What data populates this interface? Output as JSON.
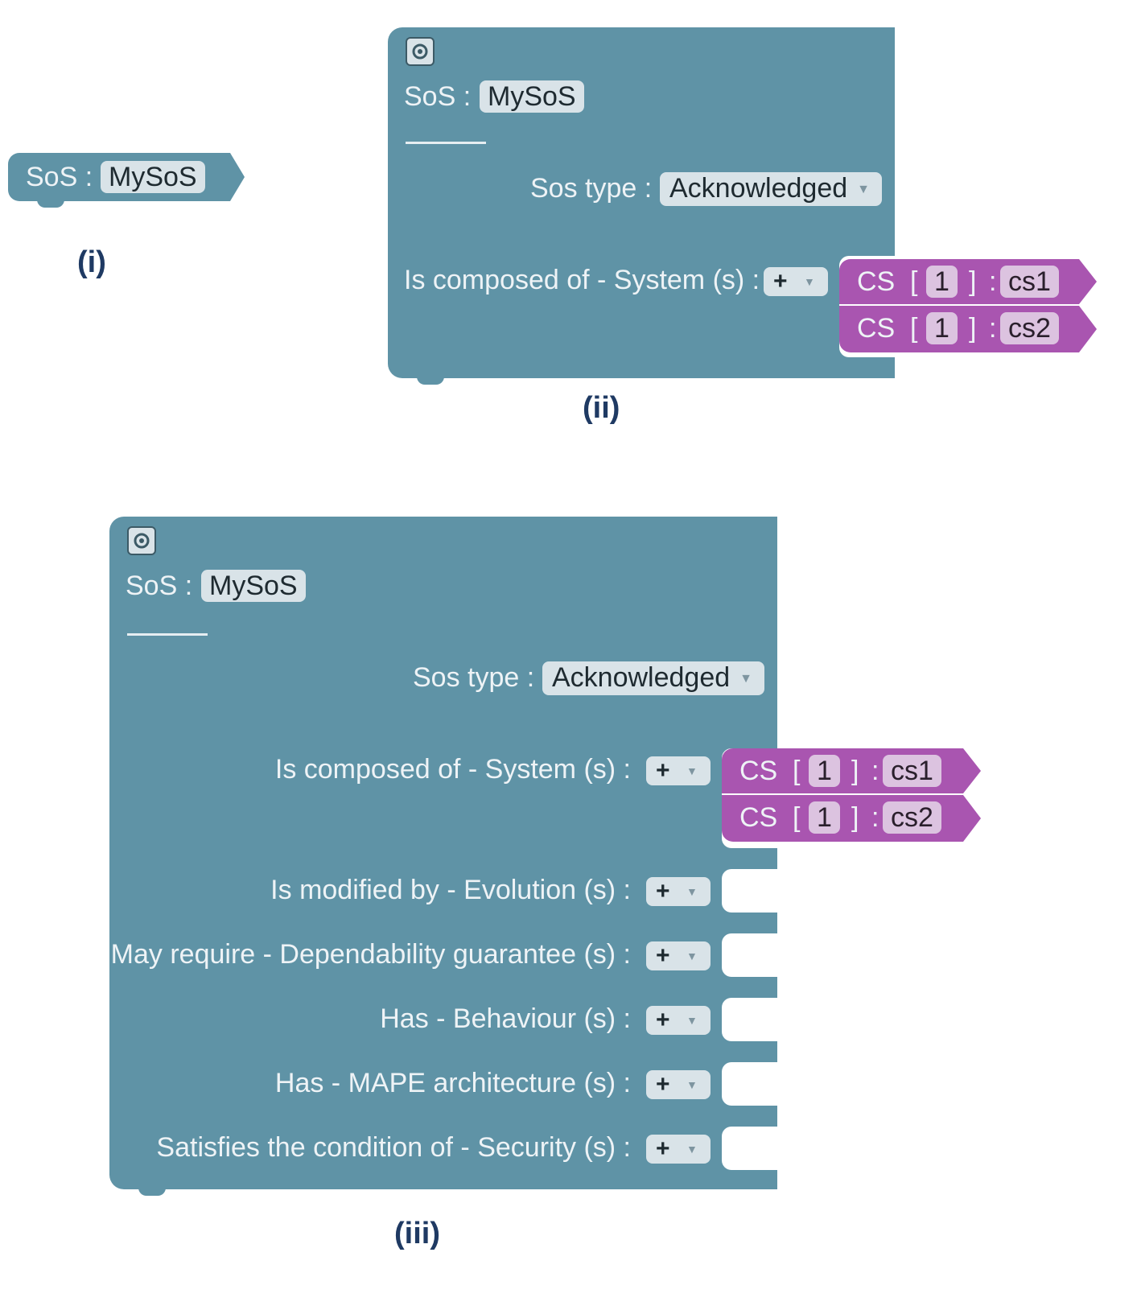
{
  "diagram": {
    "captions": [
      "(i)",
      "(ii)",
      "(iii)"
    ],
    "block_i": {
      "sos_label": "SoS :",
      "sos_name": "MySoS"
    },
    "block_ii": {
      "sos_label": "SoS :",
      "sos_name": "MySoS",
      "type_label": "Sos type :",
      "type_value": "Acknowledged",
      "composed_label": "Is composed of - System (s) :",
      "plus": "+",
      "cs": [
        {
          "prefix": "CS",
          "lb": "[",
          "mult": "1",
          "rb": "]",
          "colon": ":",
          "name": "cs1"
        },
        {
          "prefix": "CS",
          "lb": "[",
          "mult": "1",
          "rb": "]",
          "colon": ":",
          "name": "cs2"
        }
      ]
    },
    "block_iii": {
      "sos_label": "SoS :",
      "sos_name": "MySoS",
      "type_label": "Sos type :",
      "type_value": "Acknowledged",
      "rows": [
        "Is composed of - System (s) :",
        "Is modified by - Evolution (s) :",
        "May require - Dependability guarantee (s) :",
        "Has - Behaviour (s) :",
        "Has - MAPE architecture (s) :",
        "Satisfies the condition of - Security (s) :"
      ],
      "plus": "+",
      "cs": [
        {
          "prefix": "CS",
          "lb": "[",
          "mult": "1",
          "rb": "]",
          "colon": ":",
          "name": "cs1"
        },
        {
          "prefix": "CS",
          "lb": "[",
          "mult": "1",
          "rb": "]",
          "colon": ":",
          "name": "cs2"
        }
      ]
    },
    "colors": {
      "block": "#5f93a6",
      "cs_block": "#a955b0",
      "field": "#d9e3e8",
      "caption": "#1f3a63"
    },
    "icons": [
      "gear-icon",
      "dropdown-arrow-icon",
      "plus-icon"
    ]
  }
}
